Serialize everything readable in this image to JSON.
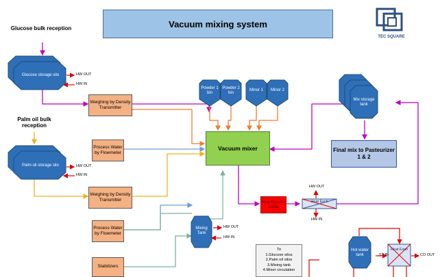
{
  "title": "Vacuum mixing system",
  "logo": {
    "text": "TEC SQUARE",
    "color": "#2f4f7f"
  },
  "colors": {
    "magenta": "#c000c0",
    "orange": "#ed7d31",
    "gold": "#f0b020",
    "steel": "#6a9ed0",
    "red": "#e00000"
  },
  "sections": {
    "glucose": "Glucose bulk reception",
    "palm": "Palm oil bulk reception"
  },
  "tanks": {
    "glucose": "Glucose storage silo",
    "palm": "Palm oil storage silo",
    "mix_storage": "Mix storage tank",
    "mixing": "Mixing Tank",
    "hot_water": "Hot water tank"
  },
  "bins": [
    "Powder 1 bin",
    "Powder 2 bin",
    "Minor 1",
    "Minor 2"
  ],
  "boxes": {
    "weigh1": "Weighing by Density Transmitter",
    "water1": "Process Water by Flowmeter",
    "weigh2": "Weighing by Density Transmitter",
    "water2": "Process Water by Flowmeter",
    "stabilizers": "Stabilizers",
    "vacuum_mixer": "Vacuum mixer",
    "final_mix": "Final mix to Pasteurizer 1 & 2",
    "inline_disperser": "Inline Disperser 1000lp",
    "heat_exch1": "Heat Exch",
    "heat_exch2": "Heat Exch"
  },
  "cip": {
    "heading": "To",
    "items": [
      "1.Glucose silos",
      "2.Palm oil silos",
      "3.Mixing tank",
      "4.Mixer circulation"
    ]
  },
  "flows": {
    "hw_out": "HW OUT",
    "hw_in": "HW IN",
    "st_in": "ST IN",
    "co_out": "CO OUT"
  }
}
